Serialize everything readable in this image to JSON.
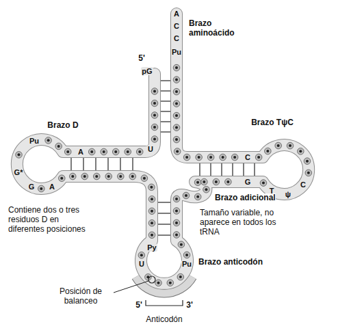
{
  "diagram": {
    "labels": [
      "A",
      "C",
      "C",
      "Pu",
      "Brazo aminoácido",
      "5'",
      "pG",
      "Brazo D",
      "Pu",
      "A",
      "U",
      "Brazo TψC",
      "C",
      "G*",
      "G",
      "A",
      "G",
      "T",
      "ψ",
      "C",
      "Contiene dos o tres residuos D en diferentes posiciones",
      "Brazo adicional",
      "Tamaño variable, no aparece en todos los tRNA",
      "Py",
      "U",
      "Pu",
      "Brazo anticodón",
      "Posición de balanceo",
      "5'",
      "3'",
      "Anticodón"
    ]
  }
}
